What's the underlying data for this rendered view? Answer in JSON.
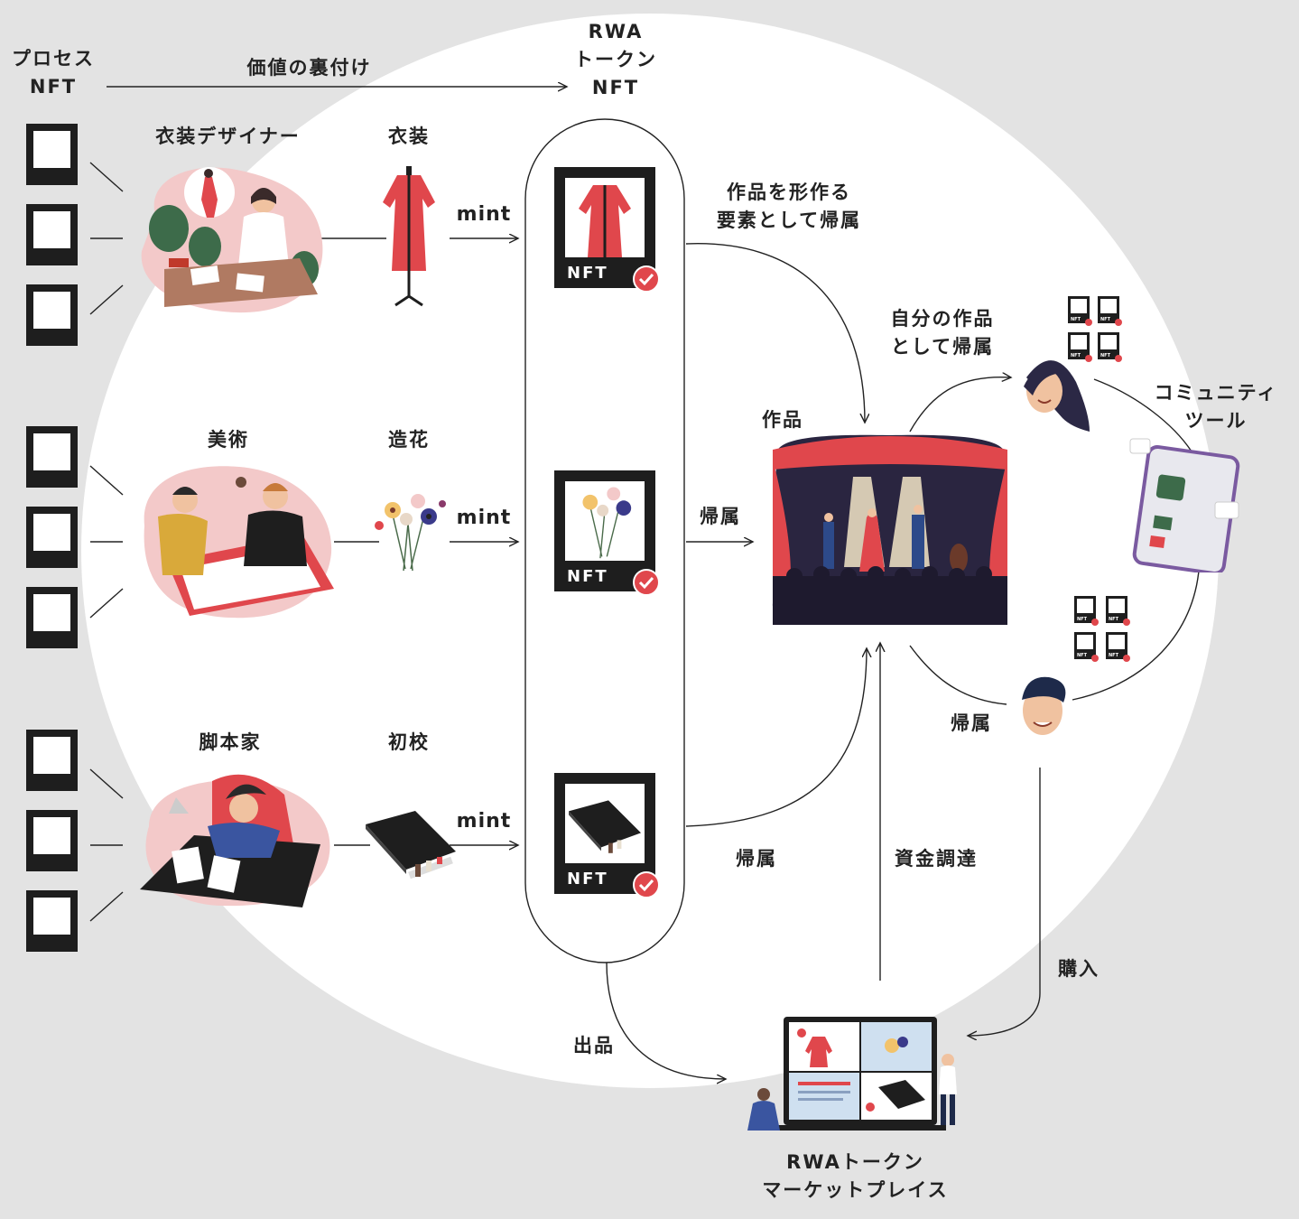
{
  "labels": {
    "process_nft": "プロセス\nNFT",
    "value_backing": "価値の裏付け",
    "rwa_token_nft": "RWA\nトークン\nNFT",
    "costume_designer": "衣装デザイナー",
    "costume": "衣装",
    "art": "美術",
    "artificial_flower": "造花",
    "screenwriter": "脚本家",
    "first_draft": "初校",
    "mint_1": "mint",
    "mint_2": "mint",
    "mint_3": "mint",
    "attribute_as_element": "作品を形作る\n要素として帰属",
    "attribute_mid": "帰属",
    "attribute_bottom": "帰属",
    "work": "作品",
    "attribute_as_own": "自分の作品\nとして帰属",
    "community_tool": "コミュニティ\nツール",
    "attribute_fan": "帰属",
    "funding": "資金調達",
    "purchase": "購入",
    "listing": "出品",
    "marketplace": "RWAトークン\nマーケットプレイス",
    "nft_tag_1": "NFT",
    "nft_tag_2": "NFT",
    "nft_tag_3": "NFT"
  },
  "colors": {
    "background": "#e3e3e3",
    "circle": "#ffffff",
    "frame": "#1e1e1e",
    "accent_red": "#e0474c",
    "pink_blob": "#f3c9c9",
    "stage_dark": "#2a2540"
  },
  "icons": [
    "nft-frame-icon",
    "checkmark-badge-icon",
    "woman-face-icon",
    "man-face-icon",
    "smartphone-icon",
    "laptop-icon",
    "dress-icon",
    "bouquet-icon",
    "book-icon",
    "stage-icon"
  ]
}
